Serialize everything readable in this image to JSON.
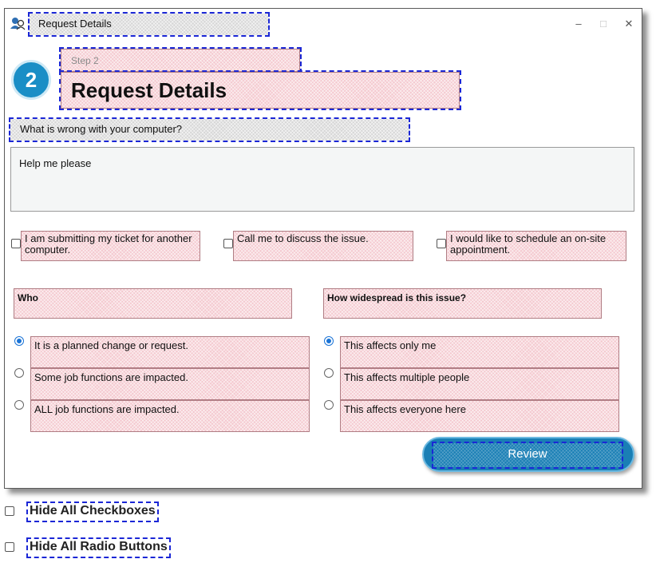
{
  "window": {
    "title": "Request Details",
    "icons": {
      "app": "users-icon",
      "minimize": "minimize-icon",
      "maximize": "maximize-icon",
      "close": "close-icon"
    },
    "controls": {
      "minimize": "–",
      "maximize": "□",
      "close": "✕"
    }
  },
  "step": {
    "number": "2",
    "label": "Step 2",
    "title": "Request Details"
  },
  "question": {
    "label": "What is wrong with your computer?",
    "value": "Help me please"
  },
  "options": {
    "another_computer": "I am submitting my ticket for another computer.",
    "call_me": "Call me to discuss the issue.",
    "onsite": "I would like to schedule an on-site appointment."
  },
  "who": {
    "heading": "Who",
    "items": [
      {
        "label": "It is a planned change or request.",
        "checked": true
      },
      {
        "label": "Some job functions are impacted.",
        "checked": false
      },
      {
        "label": "ALL job functions are impacted.",
        "checked": false
      }
    ]
  },
  "widespread": {
    "heading": "How widespread is this issue?",
    "items": [
      {
        "label": "This affects only me",
        "checked": true
      },
      {
        "label": "This affects multiple people",
        "checked": false
      },
      {
        "label": "This affects everyone here",
        "checked": false
      }
    ]
  },
  "review_label": "Review",
  "page_options": {
    "hide_checkboxes": "Hide All Checkboxes",
    "hide_radios": "Hide All Radio Buttons"
  },
  "colors": {
    "accent": "#1a8ec6",
    "button": "#1a7fb5",
    "radio_checked": "#1a73d6"
  }
}
